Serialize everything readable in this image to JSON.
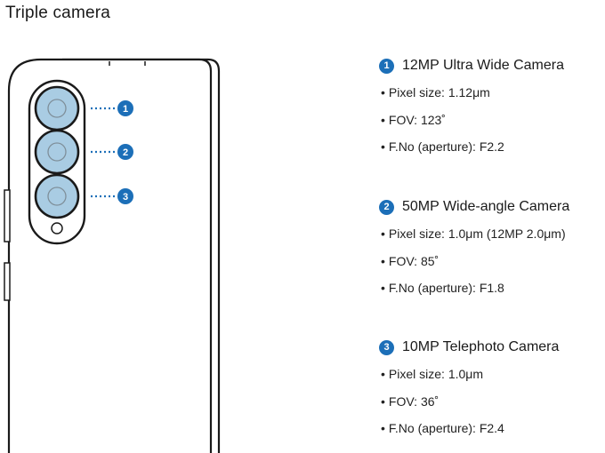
{
  "title": "Triple camera",
  "cameras": [
    {
      "badge": "1",
      "name": "12MP Ultra Wide Camera",
      "specs": [
        "Pixel size: 1.12μm",
        "FOV: 123˚",
        "F.No (aperture): F2.2"
      ]
    },
    {
      "badge": "2",
      "name": "50MP Wide-angle Camera",
      "specs": [
        "Pixel size: 1.0μm (12MP 2.0μm)",
        "FOV: 85˚",
        "F.No (aperture): F1.8"
      ]
    },
    {
      "badge": "3",
      "name": "10MP Telephoto Camera",
      "specs": [
        "Pixel size: 1.0μm",
        "FOV: 36˚",
        "F.No (aperture): F2.4"
      ]
    }
  ],
  "colors": {
    "accent": "#1c6fb8",
    "lens_fill": "#a9cce3",
    "outline": "#1a1a1a"
  }
}
